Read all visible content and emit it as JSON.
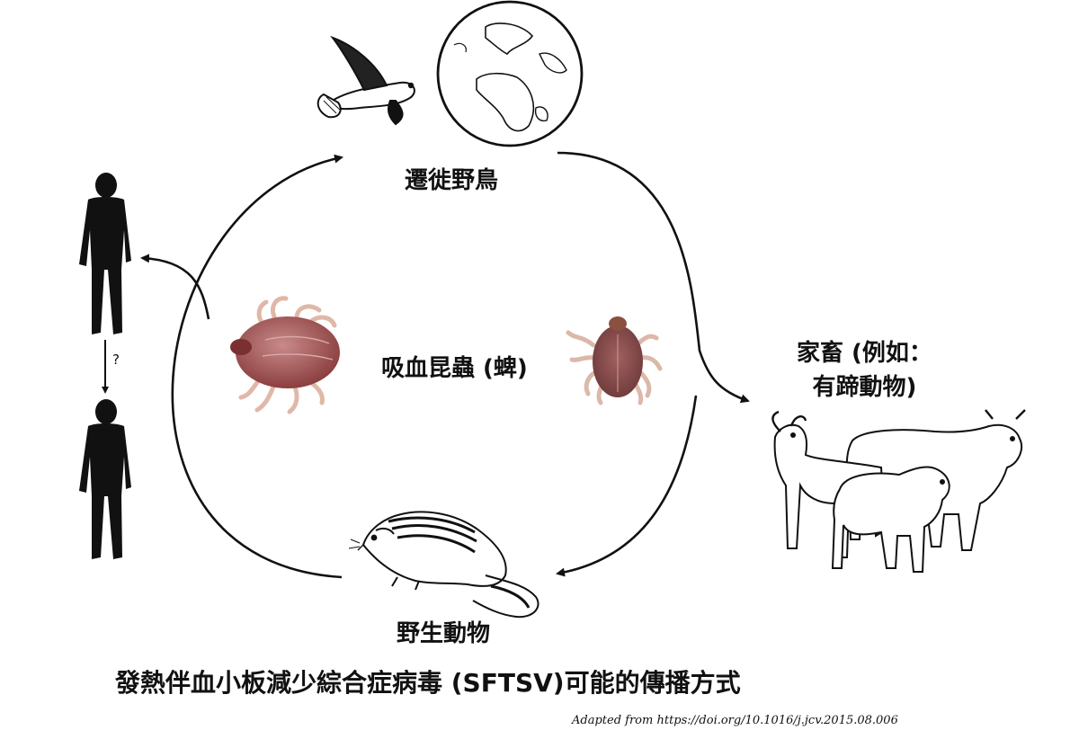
{
  "labels": {
    "migratory_birds": "遷徙野鳥",
    "wild_animals": "野生動物",
    "blood_sucking_insects": "吸血昆蟲 (蜱)",
    "livestock_line1": "家畜 (例如：",
    "livestock_line2": "有蹄動物)",
    "uncertain_transmission": "?",
    "title": "發熱伴血小板減少綜合症病毒 (SFTSV)可能的傳播方式",
    "source": "Adapted from https://doi.org/10.1016/j.jcv.2015.08.006"
  },
  "colors": {
    "tick_body": "#a05050",
    "tick_legs": "#e0b8a8",
    "human_silhouette": "#111111",
    "line": "#111111"
  }
}
